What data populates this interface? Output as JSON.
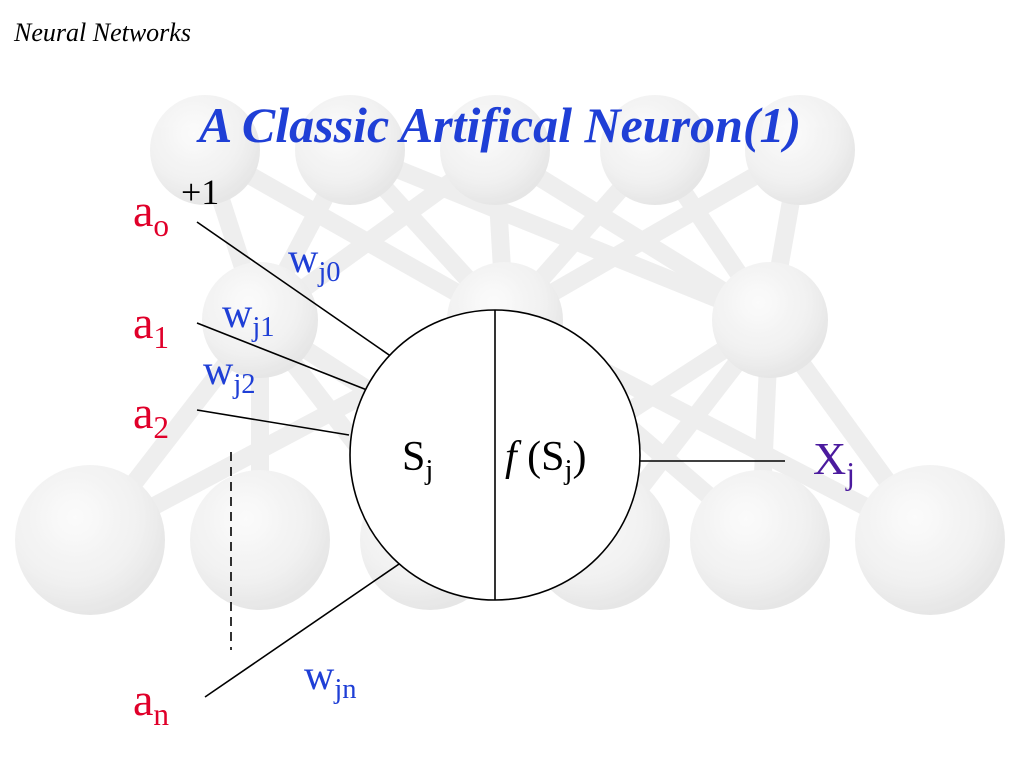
{
  "header": "Neural Networks",
  "title": "A Classic Artifical Neuron(1)",
  "colors": {
    "title": "#1f3fd6",
    "input_label": "#e0002a",
    "weight_label": "#1f3fd6",
    "output_label": "#4b1a9e",
    "line": "#000000",
    "background_art": "#eeeeee"
  },
  "bias_value": "+1",
  "inputs": [
    {
      "base": "a",
      "sub": "o"
    },
    {
      "base": "a",
      "sub": "1"
    },
    {
      "base": "a",
      "sub": "2"
    },
    {
      "base": "a",
      "sub": "n"
    }
  ],
  "weights": [
    {
      "base": "w",
      "sub": "j0"
    },
    {
      "base": "w",
      "sub": "j1"
    },
    {
      "base": "w",
      "sub": "j2"
    },
    {
      "base": "w",
      "sub": "jn"
    }
  ],
  "neuron": {
    "sum": {
      "base": "S",
      "sub": "j"
    },
    "activation": {
      "func": "f",
      "open": "(S",
      "sub": "j",
      "close": ")"
    }
  },
  "output": {
    "base": "X",
    "sub": "j"
  }
}
